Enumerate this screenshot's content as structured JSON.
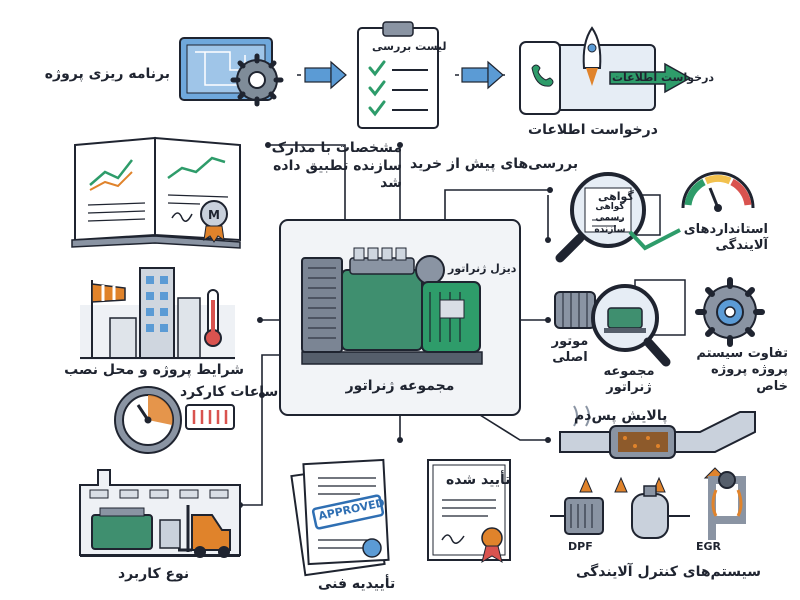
{
  "labels": {
    "project_planning": "برنامه ریزی پروژه",
    "checklist": "لیست بررسی",
    "info_request_banner": "درخواست اطلاعات",
    "info_request": "درخواست اطلاعات",
    "specs_docs": "مشخصات با مدارک سازنده تطبیق داده شد",
    "pre_purchase_checks": "بررسی‌های پیش از خرید",
    "certificate_line1": "گواهی",
    "certificate_line2": "گواهی رسمی سازنده",
    "emission_standards": "استانداردهای آلایندگی",
    "diesel_generator": "دیزل ژنراتور",
    "genset": "مجموعه ژنراتور",
    "site_conditions": "شرایط پروژه و محل نصب",
    "original_engine": "موتور اصلی",
    "genset_inspect": "مجموعه ژنراتور",
    "project_system_diff": "تفاوت سیستم پروژه پروژه خاص",
    "operating_hours": "ساعات کارکرد",
    "aftertreatment": "پالایش پس‌دم",
    "approved_stamp": "APPROVED",
    "approved_fa": "تأیید شده",
    "technical_approval": "تأییدیه فنی",
    "application_type": "نوع کاربرد",
    "dpf": "DPF",
    "egr": "EGR",
    "emission_control": "سیستم‌های کنترل آلایندگی"
  },
  "colors": {
    "ink": "#1f2430",
    "accent_blue": "#2f6fb3",
    "accent_green": "#2e9c6a",
    "accent_orange": "#e0832b",
    "panel": "#f2f4f7"
  },
  "icons": [
    "blueprint-gear-icon",
    "clipboard-checklist-icon",
    "phone-rocket-icon",
    "open-manual-icon",
    "magnifier-certificate-icon",
    "gauge-icon",
    "generator-icon",
    "city-weather-icon",
    "motor-icon",
    "magnifier-genset-icon",
    "gear-network-icon",
    "hour-gauge-icon",
    "exhaust-pipe-icon",
    "approved-documents-icon",
    "certificate-ribbon-icon",
    "factory-forklift-icon",
    "dpf-filter-icon",
    "egr-valve-icon"
  ]
}
